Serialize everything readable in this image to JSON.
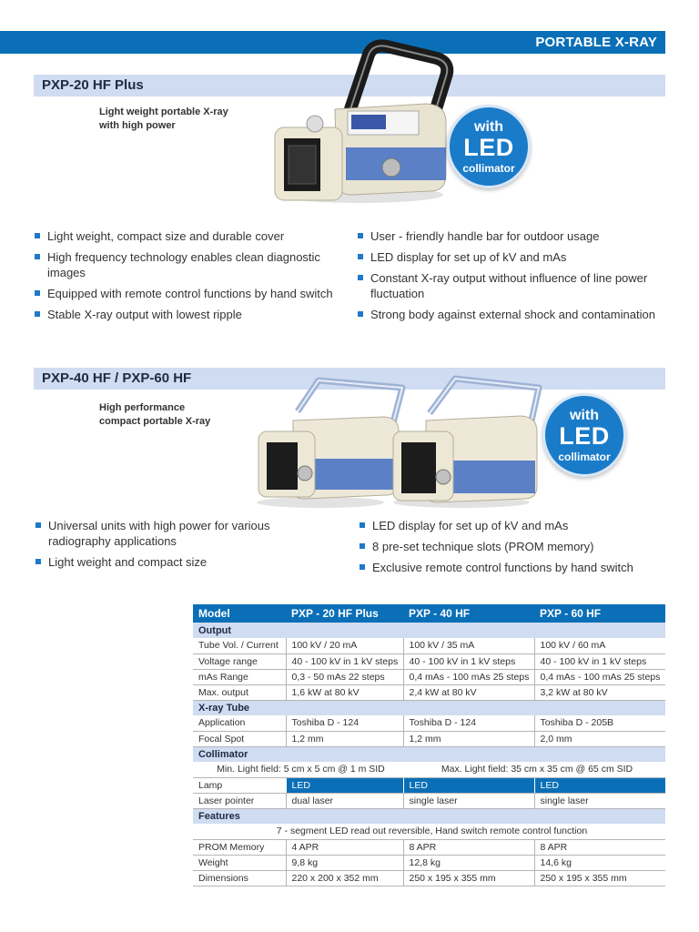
{
  "header": {
    "title": "PORTABLE X-RAY"
  },
  "section1": {
    "title": "PXP-20 HF Plus",
    "tagline": [
      "Light weight portable X-ray",
      "with high power"
    ],
    "badge": {
      "with": "with",
      "led": "LED",
      "collimator": "collimator"
    },
    "bullets_left": [
      "Light weight, compact size and durable cover",
      "High frequency technology enables clean diagnostic images",
      "Equipped with remote control functions by hand switch",
      "Stable X-ray output with lowest ripple"
    ],
    "bullets_right": [
      "User - friendly handle bar for outdoor usage",
      "LED display for set up of kV and mAs",
      "Constant X-ray output without influence of line power fluctuation",
      "Strong body against external shock and contamination"
    ]
  },
  "section2": {
    "title": "PXP-40 HF / PXP-60 HF",
    "tagline": [
      "High performance",
      "compact portable X-ray"
    ],
    "badge": {
      "with": "with",
      "led": "LED",
      "collimator": "collimator"
    },
    "bullets_left": [
      "Universal units with high power for various radiography applications",
      "Light weight and compact size"
    ],
    "bullets_right": [
      "LED display for set up of kV and mAs",
      "8 pre-set technique slots (PROM memory)",
      "Exclusive remote control functions by hand switch"
    ]
  },
  "spec_table": {
    "headers": [
      "Model",
      "PXP - 20 HF Plus",
      "PXP - 40 HF",
      "PXP - 60 HF"
    ],
    "output_label": "Output",
    "tube_vol": [
      "Tube Vol. / Current",
      "100 kV / 20 mA",
      "100 kV / 35 mA",
      "100 kV / 60 mA"
    ],
    "voltage_range": [
      "Voltage range",
      "40 - 100 kV in 1 kV steps",
      "40 - 100 kV in 1 kV steps",
      "40 - 100 kV in 1 kV steps"
    ],
    "mas_range": [
      "mAs Range",
      "0,3 - 50 mAs 22 steps",
      "0,4 mAs - 100 mAs 25 steps",
      "0,4 mAs - 100 mAs 25 steps"
    ],
    "max_output": [
      "Max. output",
      "1,6 kW at 80 kV",
      "2,4 kW at 80 kV",
      "3,2 kW at 80 kV"
    ],
    "xray_tube_label": "X-ray Tube",
    "application": [
      "Application",
      "Toshiba D - 124",
      "Toshiba D - 124",
      "Toshiba D - 205B"
    ],
    "focal_spot": [
      "Focal Spot",
      "1,2 mm",
      "1,2 mm",
      "2,0 mm"
    ],
    "collimator_label": "Collimator",
    "light_field_min": "Min. Light field: 5 cm x 5 cm @ 1 m SID",
    "light_field_max": "Max. Light field: 35 cm x 35 cm @ 65 cm SID",
    "lamp": [
      "Lamp",
      "LED",
      "LED",
      "LED"
    ],
    "laser": [
      "Laser pointer",
      "dual laser",
      "single laser",
      "single laser"
    ],
    "features_label": "Features",
    "features_text": "7 - segment LED read out reversible, Hand switch remote control function",
    "prom": [
      "PROM Memory",
      "4 APR",
      "8 APR",
      "8 APR"
    ],
    "weight": [
      "Weight",
      "9,8 kg",
      "12,8 kg",
      "14,6 kg"
    ],
    "dimensions": [
      "Dimensions",
      "220 x 200 x 352 mm",
      "250 x 195 x 355 mm",
      "250 x 195 x 355 mm"
    ]
  }
}
